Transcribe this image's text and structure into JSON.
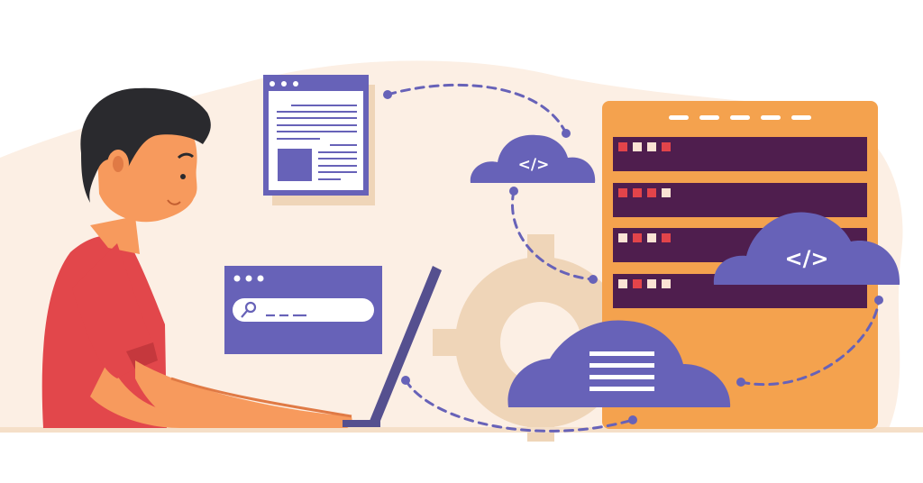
{
  "illustration": {
    "subject": "Developer working on laptop with cloud computing and server",
    "code_symbol": "</>",
    "colors": {
      "background": "#ffffff",
      "blob": "#fcefe4",
      "blob_dark": "#f2d9bf",
      "gear": "#efd5b8",
      "purple": "#6762b8",
      "server_orange": "#f4a24e",
      "server_slot": "#4f1e4e",
      "led_red": "#e2444a",
      "led_light": "#fbe3d4",
      "shirt": "#e2474b",
      "shirt_shadow": "#c5383d",
      "skin": "#f79a5d",
      "skin_shadow": "#e07a45",
      "hair": "#2a2a2e",
      "laptop": "#55508f",
      "floor": "#f5dfc8"
    },
    "server": {
      "slots": [
        {
          "leds": [
            "red",
            "light",
            "light",
            "red"
          ]
        },
        {
          "leds": [
            "red",
            "red",
            "red",
            "light"
          ]
        },
        {
          "leds": [
            "light",
            "red",
            "light",
            "red"
          ]
        },
        {
          "leds": [
            "light",
            "red",
            "light",
            "light"
          ]
        }
      ]
    },
    "clouds": [
      {
        "name": "cloud-code-small",
        "label": "</>"
      },
      {
        "name": "cloud-code-large",
        "label": "</>"
      },
      {
        "name": "cloud-document",
        "label": ""
      }
    ],
    "search_window": {
      "placeholder": "___"
    }
  }
}
